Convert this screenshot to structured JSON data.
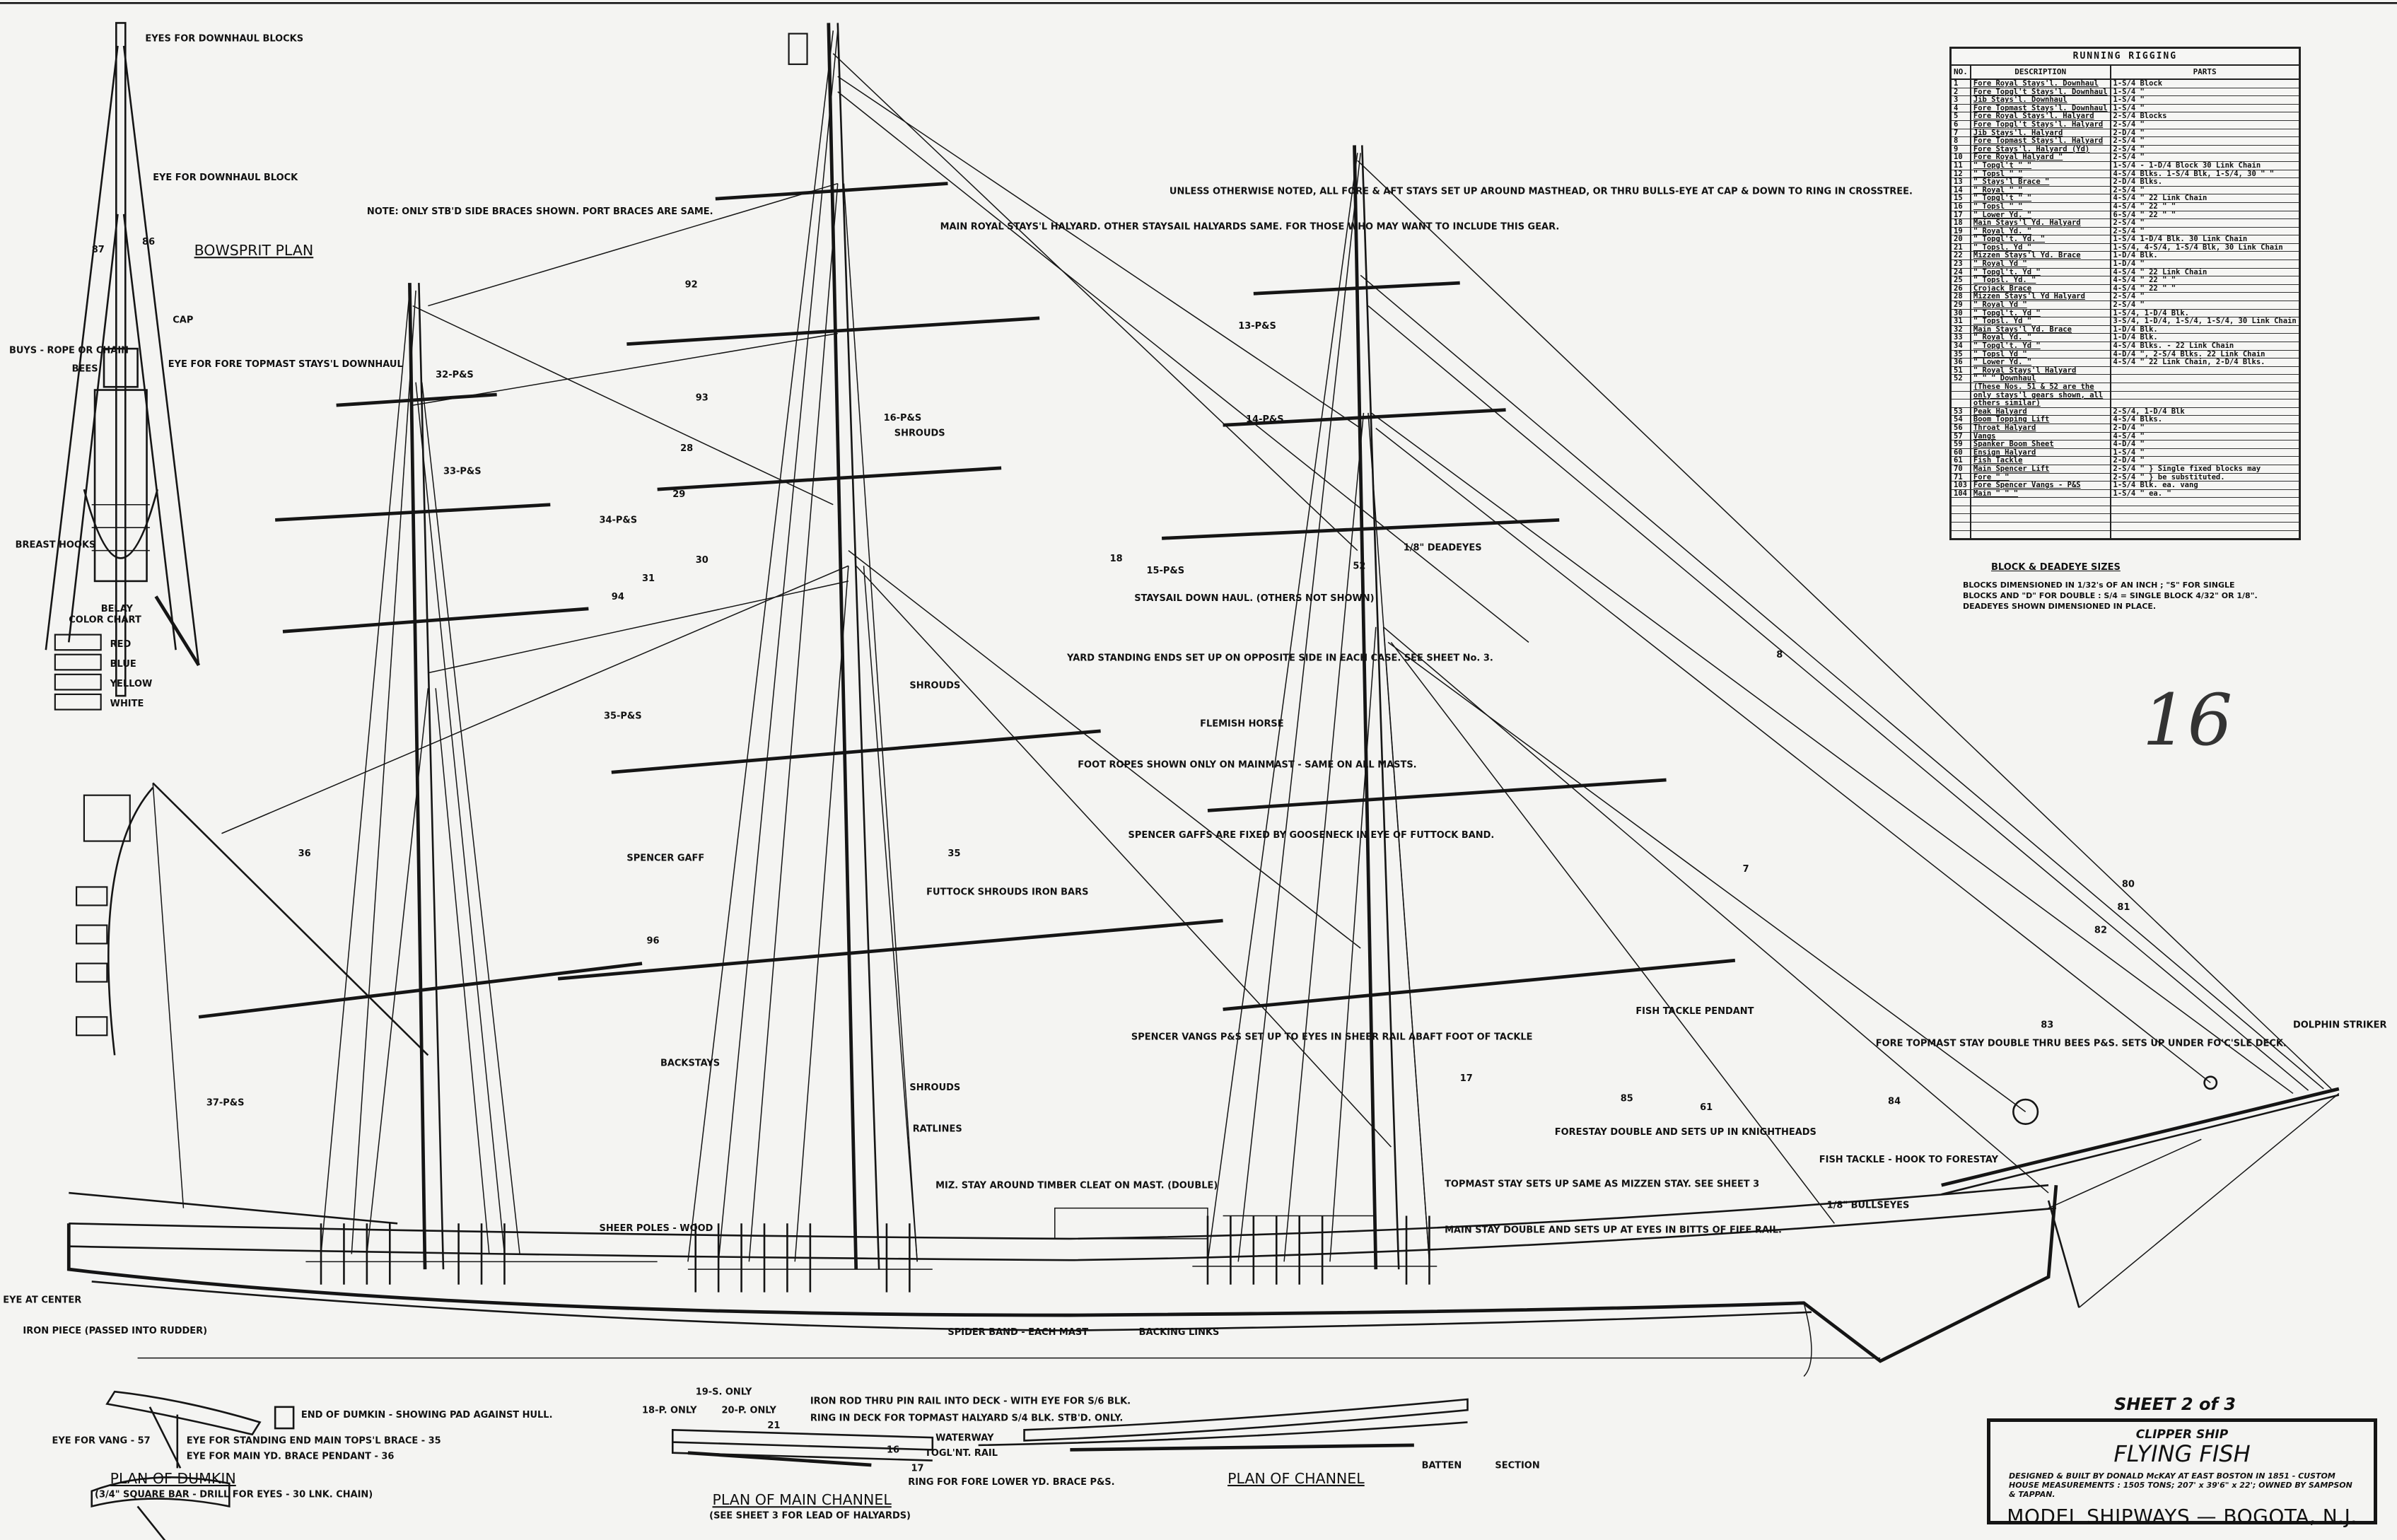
{
  "title_block": {
    "sheet": "SHEET 2 of 3",
    "subtitle": "CLIPPER SHIP",
    "name": "FLYING FISH",
    "description": "DESIGNED & BUILT BY DONALD McKAY AT EAST BOSTON IN 1851 - CUSTOM HOUSE MEASUREMENTS : 1505 TONS; 207' x 39'6\" x 22'; OWNED BY SAMPSON & TAPPAN.",
    "maker": "MODEL SHIPWAYS — BOGOTA, N.J."
  },
  "handwritten_number": "16",
  "running_rigging": {
    "title": "RUNNING RIGGING",
    "headers": {
      "no": "NO.",
      "description": "DESCRIPTION",
      "parts": "PARTS"
    },
    "rows": [
      {
        "no": "1",
        "desc": "Fore Royal Stays'l. Downhaul",
        "parts": "1-S/4 Block"
      },
      {
        "no": "2",
        "desc": "Fore Topgl't Stays'l. Downhaul",
        "parts": "1-S/4 \""
      },
      {
        "no": "3",
        "desc": "Jib Stays'l. Downhaul",
        "parts": "1-S/4 \""
      },
      {
        "no": "4",
        "desc": "Fore Topmast Stays'l. Downhaul",
        "parts": "1-S/4 \""
      },
      {
        "no": "5",
        "desc": "Fore Royal Stays'l. Halyard",
        "parts": "2-S/4 Blocks"
      },
      {
        "no": "6",
        "desc": "Fore Topgl't Stays'l. Halyard",
        "parts": "2-S/4 \""
      },
      {
        "no": "7",
        "desc": "Jib Stays'l. Halyard",
        "parts": "2-D/4 \""
      },
      {
        "no": "8",
        "desc": "Fore Topmast Stays'l. Halyard",
        "parts": "2-S/4 \""
      },
      {
        "no": "9",
        "desc": "Fore Stays'l. Halyard (Yd)",
        "parts": "2-S/4 \""
      },
      {
        "no": "10",
        "desc": "Fore Royal Halyard \"",
        "parts": "2-S/4 \""
      },
      {
        "no": "11",
        "desc": "\" Topgl't \" \"",
        "parts": "1-S/4 - 1-D/4 Block 30 Link Chain"
      },
      {
        "no": "12",
        "desc": "\" Topsl \" \"",
        "parts": "4-S/4 Blks. 1-S/4 Blk, 1-S/4, 30 \" \""
      },
      {
        "no": "13",
        "desc": "\" Stays'l Brace \"",
        "parts": "2-D/4 Blks."
      },
      {
        "no": "14",
        "desc": "\" Royal \" \"",
        "parts": "2-S/4 \""
      },
      {
        "no": "15",
        "desc": "\" Topgl't \" \"",
        "parts": "4-S/4 \" 22 Link Chain"
      },
      {
        "no": "16",
        "desc": "\" Topsl \" \"",
        "parts": "4-S/4 \" 22 \" \""
      },
      {
        "no": "17",
        "desc": "\" Lower Yd. \"",
        "parts": "6-S/4 \" 22 \" \""
      },
      {
        "no": "18",
        "desc": "Main Stays'l Yd. Halyard",
        "parts": "2-S/4 \""
      },
      {
        "no": "19",
        "desc": "\" Royal Yd. \"",
        "parts": "2-S/4 \""
      },
      {
        "no": "20",
        "desc": "\" Topgl't. Yd. \"",
        "parts": "1-S/4 1-D/4 Blk. 30 Link Chain"
      },
      {
        "no": "21",
        "desc": "\" Topsl. Yd \"",
        "parts": "1-S/4, 4-S/4, 1-S/4 Blk, 30 Link Chain"
      },
      {
        "no": "22",
        "desc": "Mizzen Stays'l Yd. Brace",
        "parts": "1-D/4 Blk."
      },
      {
        "no": "23",
        "desc": "\" Royal Yd \"",
        "parts": "1-D/4 \""
      },
      {
        "no": "24",
        "desc": "\" Topgl't. Yd \"",
        "parts": "4-S/4 \" 22 Link Chain"
      },
      {
        "no": "25",
        "desc": "\" Topsl. Yd. \"",
        "parts": "4-S/4 \" 22 \" \""
      },
      {
        "no": "26",
        "desc": "Crojack Brace",
        "parts": "4-S/4 \" 22 \" \""
      },
      {
        "no": "28",
        "desc": "Mizzen Stays'l Yd Halyard",
        "parts": "2-S/4 \""
      },
      {
        "no": "29",
        "desc": "\" Royal Yd \"",
        "parts": "2-S/4 \""
      },
      {
        "no": "30",
        "desc": "\" Topgl't. Yd \"",
        "parts": "1-S/4, 1-D/4 Blk."
      },
      {
        "no": "31",
        "desc": "\" Topsl. Yd \"",
        "parts": "3-S/4, 1-D/4, 1-S/4, 1-S/4, 30 Link Chain"
      },
      {
        "no": "32",
        "desc": "Main Stays'l Yd. Brace",
        "parts": "1-D/4 Blk."
      },
      {
        "no": "33",
        "desc": "\" Royal Yd. \"",
        "parts": "1-D/4 Blk."
      },
      {
        "no": "34",
        "desc": "\" Topgl't. Yd \"",
        "parts": "4-S/4 Blks. - 22 Link Chain"
      },
      {
        "no": "35",
        "desc": "\" Topsl Yd \"",
        "parts": "4-D/4 \", 2-S/4 Blks. 22 Link Chain"
      },
      {
        "no": "36",
        "desc": "\" Lower Yd. \"",
        "parts": "4-S/4 \" 22 Link Chain, 2-D/4 Blks."
      },
      {
        "no": "51",
        "desc": "\" Royal Stays'l Halyard",
        "parts": ""
      },
      {
        "no": "52",
        "desc": "\" \" \" Downhaul",
        "parts": ""
      },
      {
        "no": "",
        "desc": "(These Nos. 51 & 52 are the",
        "parts": ""
      },
      {
        "no": "",
        "desc": "only stays'l gears shown, all",
        "parts": ""
      },
      {
        "no": "",
        "desc": "others similar)",
        "parts": ""
      },
      {
        "no": "53",
        "desc": "Peak Halyard",
        "parts": "2-S/4, 1-D/4 Blk"
      },
      {
        "no": "54",
        "desc": "Boom Topping Lift",
        "parts": "4-S/4 Blks."
      },
      {
        "no": "56",
        "desc": "Throat Halyard",
        "parts": "2-D/4 \""
      },
      {
        "no": "57",
        "desc": "Vangs",
        "parts": "4-S/4 \""
      },
      {
        "no": "59",
        "desc": "Spanker Boom Sheet",
        "parts": "4-D/4 \""
      },
      {
        "no": "60",
        "desc": "Ensign Halyard",
        "parts": "1-S/4 \""
      },
      {
        "no": "61",
        "desc": "Fish Tackle",
        "parts": "2-D/4 \""
      },
      {
        "no": "70",
        "desc": "Main Spencer Lift",
        "parts": "2-S/4 \" } Single fixed blocks may"
      },
      {
        "no": "71",
        "desc": "Fore \" \"",
        "parts": "2-S/4 \" } be substituted."
      },
      {
        "no": "103",
        "desc": "Fore Spencer Vangs - P&S",
        "parts": "1-S/4 Blk. ea. vang"
      },
      {
        "no": "104",
        "desc": "Main \" \" \"",
        "parts": "1-S/4 \" ea. \""
      },
      {
        "no": "",
        "desc": "",
        "parts": ""
      },
      {
        "no": "",
        "desc": "",
        "parts": ""
      },
      {
        "no": "",
        "desc": "",
        "parts": ""
      },
      {
        "no": "",
        "desc": "",
        "parts": ""
      },
      {
        "no": "",
        "desc": "",
        "parts": ""
      }
    ]
  },
  "block_sizes": {
    "title": "BLOCK & DEADEYE SIZES",
    "text": "BLOCKS DIMENSIONED IN 1/32's OF AN INCH ; \"S\" FOR SINGLE BLOCKS AND \"D\" FOR DOUBLE : S/4 = SINGLE BLOCK 4/32\" OR 1/8\". DEADEYES SHOWN DIMENSIONED IN PLACE."
  },
  "bowsprit_plan": {
    "title": "BOWSPRIT PLAN",
    "labels": [
      "EYES FOR DOWNHAUL BLOCKS",
      "EYE FOR DOWNHAUL BLOCK",
      "CAP",
      "BUYS - ROPE OR CHAIN",
      "BEES",
      "EYE FOR FORE TOPMAST STAYS'L DOWNHAUL",
      "BREAST HOOKS",
      "BELAY",
      "87",
      "86"
    ]
  },
  "color_chart": {
    "title": "COLOR CHART",
    "items": [
      {
        "label": "RED",
        "color": "#2a2a2a"
      },
      {
        "label": "BLUE",
        "color": "#666666"
      },
      {
        "label": "YELLOW",
        "color": "#d8d8d4"
      },
      {
        "label": "WHITE",
        "color": "#f4f4f2"
      }
    ]
  },
  "notes": {
    "braces": "NOTE:  ONLY STB'D SIDE BRACES SHOWN. PORT BRACES ARE SAME.",
    "royal_halyard": "MAIN ROYAL STAYS'L HALYARD. OTHER STAYSAIL HALYARDS SAME. FOR THOSE WHO MAY WANT TO INCLUDE THIS GEAR.",
    "stays": "UNLESS OTHERWISE NOTED, ALL FORE & AFT STAYS SET UP AROUND MASTHEAD, OR THRU BULLS-EYE AT CAP & DOWN TO RING IN CROSSTREE.",
    "staysail_downhaul": "STAYSAIL DOWN HAUL. (OTHERS NOT SHOWN)",
    "yard_standing": "YARD STANDING ENDS SET UP ON OPPOSITE SIDE IN EACH CASE. SEE SHEET No. 3.",
    "flemish_horse": "FLEMISH HORSE",
    "foot_ropes": "FOOT ROPES SHOWN ONLY ON MAINMAST - SAME ON ALL MASTS.",
    "spencer_gaffs": "SPENCER GAFFS ARE FIXED BY GOOSENECK IN EYE OF FUTTOCK BAND.",
    "spencer_gaff": "SPENCER GAFF",
    "futtock": "FUTTOCK SHROUDS IRON BARS",
    "shrouds": "SHROUDS",
    "backstays": "BACKSTAYS",
    "ratlines": "RATLINES",
    "deadeyes": "1/8\" DEADEYES",
    "bullseyes": "1/8\" BULLSEYES",
    "fish_tackle_pendant": "FISH TACKLE PENDANT",
    "forestay": "FORESTAY DOUBLE AND SETS UP IN KNIGHTHEADS",
    "fish_tackle": "FISH TACKLE - HOOK TO FORESTAY",
    "fore_topmast_stay": "FORE TOPMAST STAY DOUBLE THRU BEES P&S. SETS UP UNDER FO'C'SLE DECK.",
    "topmast_stay": "TOPMAST STAY SETS UP SAME AS MIZZEN STAY. SEE SHEET 3",
    "main_stay": "MAIN STAY DOUBLE AND SETS UP AT EYES IN BITTS OF FIFE RAIL.",
    "miz_stay": "MIZ. STAY AROUND TIMBER CLEAT ON MAST. (DOUBLE)",
    "sheer_poles": "SHEER POLES - WOOD",
    "spider_band": "SPIDER BAND - EACH MAST",
    "backing_links": "BACKING LINKS",
    "dolphin_striker": "DOLPHIN STRIKER",
    "spencer_vangs": "SPENCER VANGS P&S SET UP TO EYES IN SHEER RAIL ABAFT FOOT OF TACKLE",
    "iron_piece": "IRON PIECE (PASSED INTO RUDDER)",
    "eye_center": "EYE AT CENTER"
  },
  "line_numbers": [
    "92",
    "93",
    "28",
    "29",
    "30",
    "31",
    "32-P&S",
    "33-P&S",
    "34-P&S",
    "35-P&S",
    "36",
    "37-P&S",
    "15-P&S",
    "14-P&S",
    "13-P&S",
    "16-P&S",
    "96",
    "94",
    "85",
    "61",
    "83",
    "84",
    "82",
    "81",
    "80",
    "17",
    "7",
    "8",
    "52",
    "35",
    "18"
  ],
  "dumkin": {
    "title": "PLAN OF DUMKIN",
    "subtitle": "(3/4\" SQUARE BAR - DRILL FOR EYES - 30 LNK. CHAIN)",
    "labels": [
      "END OF DUMKIN - SHOWING PAD AGAINST HULL.",
      "EYE FOR VANG - 57",
      "EYE FOR STANDING END MAIN TOPS'L BRACE - 35",
      "EYE FOR MAIN YD. BRACE PENDANT - 36"
    ]
  },
  "main_channel": {
    "title": "PLAN OF MAIN CHANNEL",
    "subtitle": "(SEE SHEET 3 FOR LEAD OF HALYARDS)",
    "labels": [
      "18-P. ONLY",
      "19-S. ONLY",
      "20-P. ONLY",
      "21",
      "IRON ROD THRU PIN RAIL INTO DECK - WITH EYE FOR S/6 BLK.",
      "RING IN DECK FOR TOPMAST HALYARD S/4 BLK. STB'D. ONLY.",
      "16",
      "17",
      "RING FOR FORE LOWER YD. BRACE P&S."
    ]
  },
  "channel": {
    "title": "PLAN OF CHANNEL",
    "labels": [
      "WATERWAY",
      "TOGL'NT. RAIL",
      "BATTEN",
      "SECTION"
    ]
  }
}
